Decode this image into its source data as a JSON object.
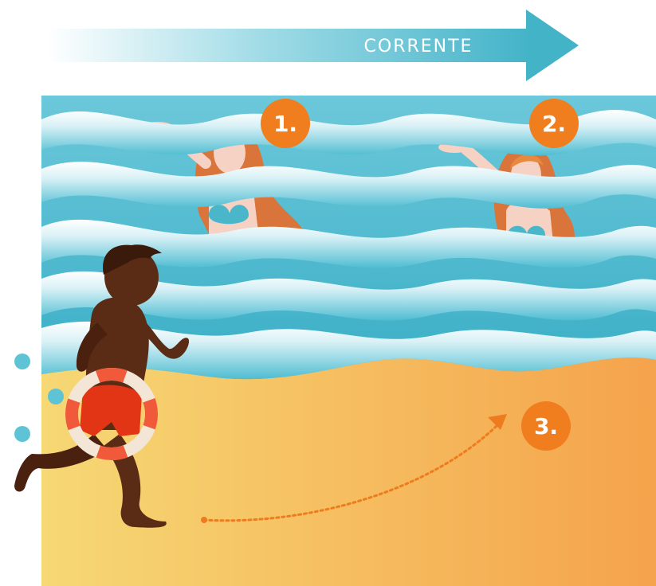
{
  "current_arrow": {
    "label": "CORRENTE",
    "color": "#4bb8cc"
  },
  "steps": [
    {
      "label": "1."
    },
    {
      "label": "2."
    },
    {
      "label": "3."
    }
  ],
  "colors": {
    "badge": "#f07d1e",
    "water": "#5fc3d6",
    "water_light": "#e9f7fa",
    "sand_left": "#f6d874",
    "sand_right": "#f5a34c",
    "skin_woman": "#f6d2c4",
    "hair": "#d9743a",
    "swimsuit": "#49b6c9",
    "skin_man": "#5b2c15",
    "shorts": "#e23515",
    "buoy_red": "#f05a3a",
    "buoy_cream": "#f3e6d6",
    "path": "#ee7b1e"
  }
}
